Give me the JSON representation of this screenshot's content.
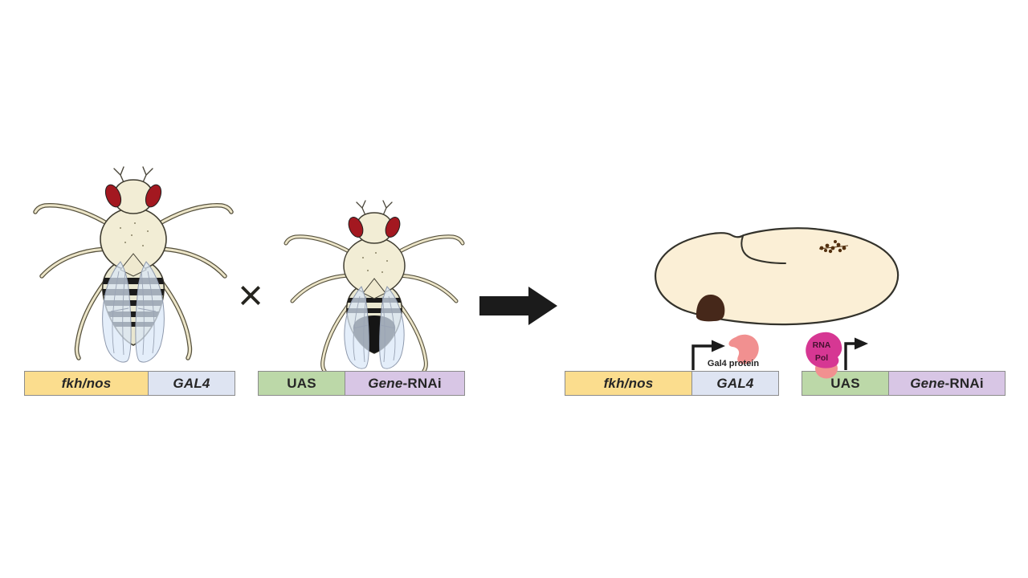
{
  "cross_symbol": "×",
  "parent_female": {
    "promoter": "fkh/nos",
    "gene": "GAL4"
  },
  "parent_male": {
    "uas": "UAS",
    "gene_italic": "Gene",
    "gene_suffix": "-RNAi"
  },
  "offspring": {
    "promoter": "fkh/nos",
    "gene": "GAL4",
    "gal4_protein_label": "Gal4 protein",
    "rna_pol_line1": "RNA",
    "rna_pol_line2": "Pol",
    "uas": "UAS",
    "gene_italic": "Gene",
    "gene_suffix": "-RNAi"
  },
  "colors": {
    "promoter_yellow": "#FBDD8E",
    "gal4_blue": "#DEE4F2",
    "uas_green": "#BCD8A8",
    "rnai_purple": "#D8C6E5",
    "box_border": "#8C8C8C",
    "box_text": "#262626",
    "eye_red": "#A31820",
    "fly_body_cream": "#F2EDD5",
    "fly_outline": "#403D31",
    "wing_blue": "#D9E8F8",
    "embryo_cream": "#FBEFD6",
    "embryo_outline": "#33322B",
    "embryo_brown": "#46281A",
    "gal4_protein_pink": "#F19090",
    "rna_pol_magenta": "#D63793",
    "rna_pol_text": "#471130",
    "arrow_black": "#1B1B1B"
  }
}
